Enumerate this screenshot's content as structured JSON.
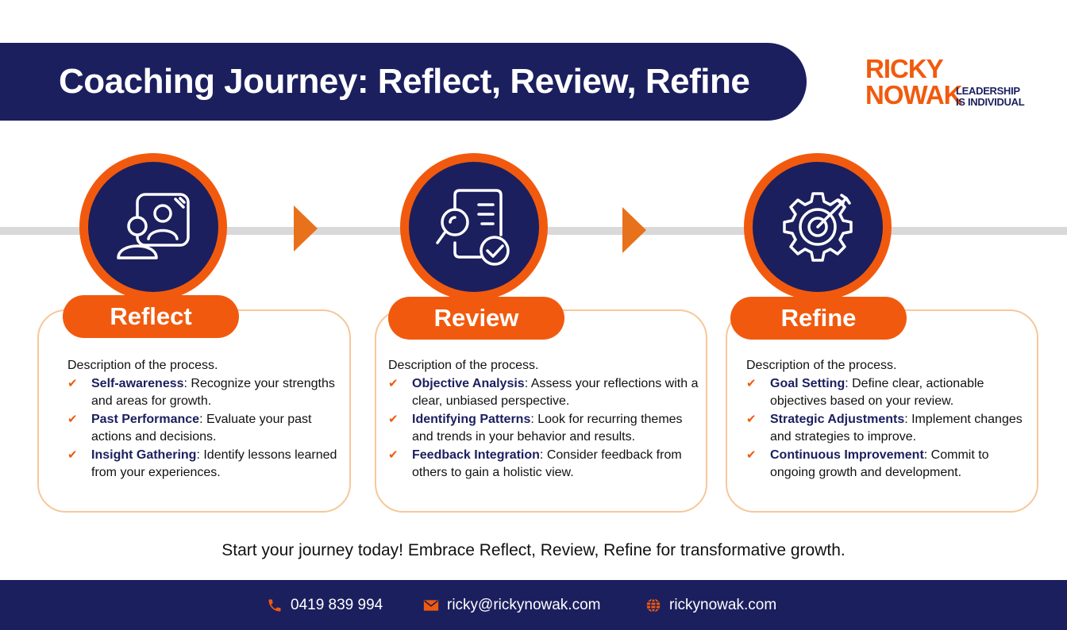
{
  "header": {
    "title": "Coaching Journey: Reflect, Review, Refine"
  },
  "logo": {
    "name_line1": "RICKY",
    "name_line2": "NOWAK",
    "tag_line1": "LEADERSHIP",
    "tag_line2": "IS INDIVIDUAL"
  },
  "colors": {
    "navy": "#1b1f5e",
    "orange": "#f15a0e",
    "card_border": "#f7c79a",
    "track": "#d9d9d9"
  },
  "steps": [
    {
      "label": "Reflect",
      "icon": "people-frame-icon",
      "intro": "Description of the process.",
      "items": [
        {
          "term": "Self-awareness",
          "text": ": Recognize your strengths and areas for growth."
        },
        {
          "term": "Past Performance",
          "text": ": Evaluate your past actions and decisions."
        },
        {
          "term": "Insight Gathering",
          "text": ": Identify lessons learned from your experiences."
        }
      ]
    },
    {
      "label": "Review",
      "icon": "document-magnifier-check-icon",
      "intro": "Description of the process.",
      "items": [
        {
          "term": "Objective Analysis",
          "text": ": Assess your reflections with a clear, unbiased perspective."
        },
        {
          "term": "Identifying Patterns",
          "text": ": Look for recurring themes and trends in your behavior and results."
        },
        {
          "term": "Feedback Integration",
          "text": ": Consider feedback from others to gain a holistic view."
        }
      ]
    },
    {
      "label": "Refine",
      "icon": "gear-target-icon",
      "intro": "Description of the process.",
      "items": [
        {
          "term": "Goal Setting",
          "text": ": Define clear, actionable objectives based on your review."
        },
        {
          "term": "Strategic Adjustments",
          "text": ": Implement changes and strategies to improve."
        },
        {
          "term": "Continuous Improvement",
          "text": ": Commit to ongoing growth and development."
        }
      ]
    }
  ],
  "tagline": "Start your journey today! Embrace Reflect, Review, Refine for transformative growth.",
  "footer": {
    "phone": "0419 839 994",
    "email": "ricky@rickynowak.com",
    "website": "rickynowak.com"
  }
}
